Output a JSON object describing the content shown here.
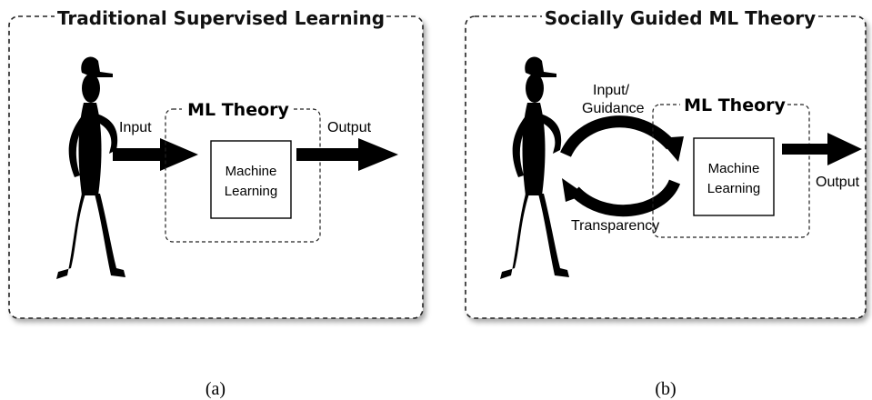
{
  "panel_a": {
    "title": "Traditional Supervised Learning",
    "theory_label": "ML Theory",
    "input_label": "Input",
    "output_label": "Output",
    "box_line1": "Machine",
    "box_line2": "Learning",
    "caption": "(a)"
  },
  "panel_b": {
    "title": "Socially Guided ML Theory",
    "theory_label": "ML Theory",
    "input_line1": "Input/",
    "input_line2": "Guidance",
    "transparency_label": "Transparency",
    "output_label": "Output",
    "box_line1": "Machine",
    "box_line2": "Learning",
    "caption": "(b)"
  }
}
